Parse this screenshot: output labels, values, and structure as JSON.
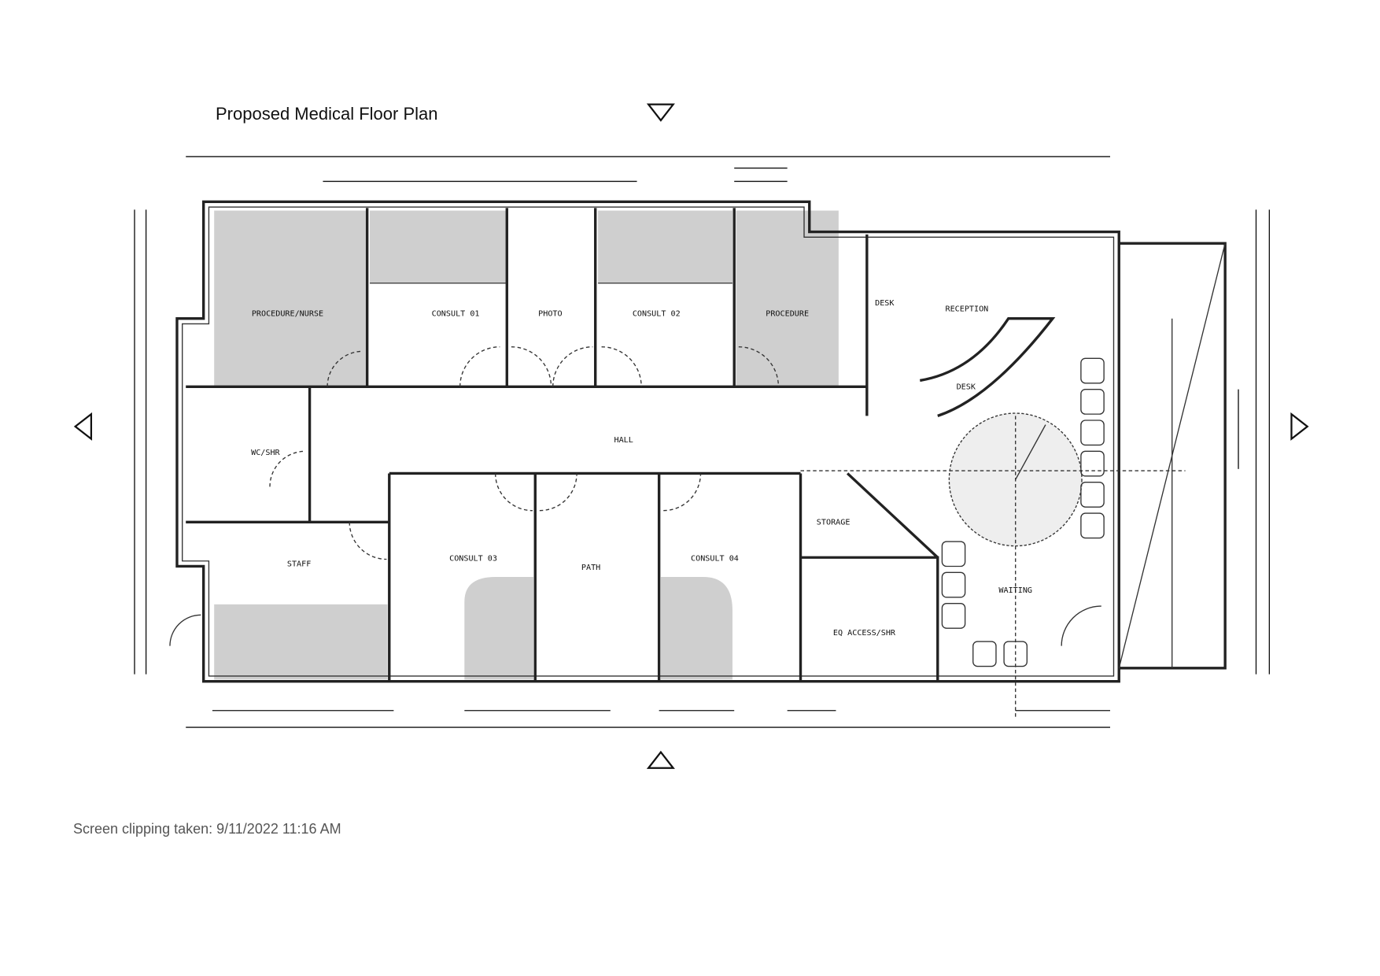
{
  "title": "Proposed Medical Floor Plan",
  "footer": "Screen clipping taken: 9/11/2022 11:16 AM",
  "rooms": {
    "procedure_nurse": "PROCEDURE/NURSE",
    "consult_01": "CONSULT 01",
    "photo": "PHOTO",
    "consult_02": "CONSULT 02",
    "procedure": "PROCEDURE",
    "desk_1": "DESK",
    "reception": "RECEPTION",
    "desk_2": "DESK",
    "hall": "HALL",
    "wc_shr": "WC/SHR",
    "staff": "STAFF",
    "consult_03": "CONSULT 03",
    "path": "PATH",
    "consult_04": "CONSULT 04",
    "storage": "STORAGE",
    "eq_access_shr": "EQ ACCESS/SHR",
    "waiting": "WAITING"
  }
}
